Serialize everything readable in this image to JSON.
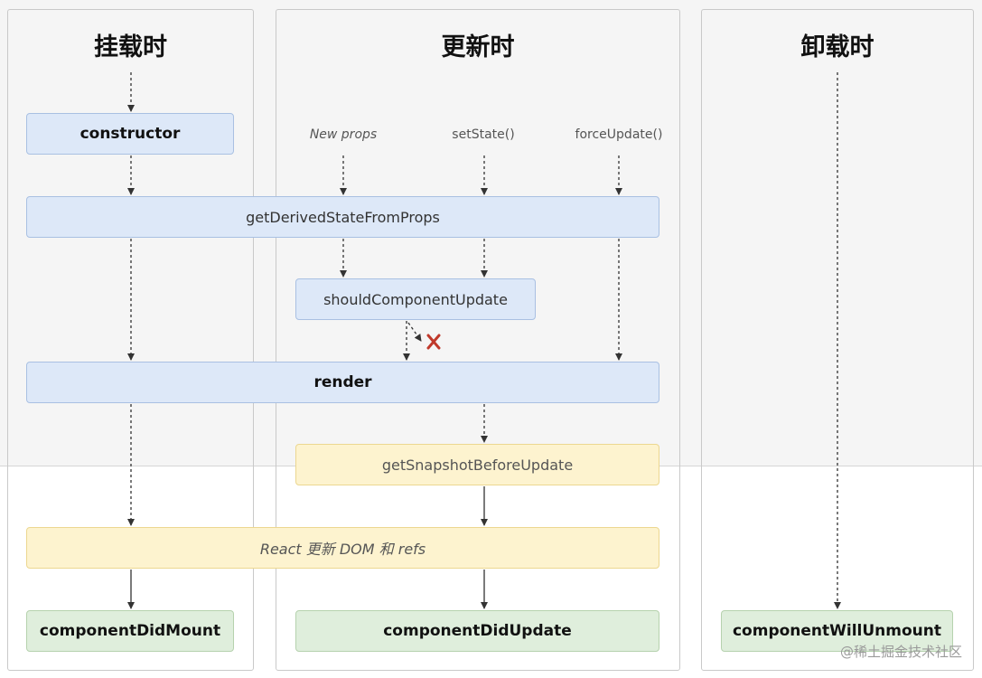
{
  "columns": {
    "mount": {
      "title": "挂载时"
    },
    "update": {
      "title": "更新时"
    },
    "unmount": {
      "title": "卸载时"
    }
  },
  "triggers": {
    "new_props": "New props",
    "set_state": "setState()",
    "force_update": "forceUpdate()"
  },
  "methods": {
    "constructor": "constructor",
    "get_derived_state": "getDerivedStateFromProps",
    "should_update": "shouldComponentUpdate",
    "render": "render",
    "get_snapshot": "getSnapshotBeforeUpdate",
    "react_update_dom": "React 更新 DOM 和 refs",
    "did_mount": "componentDidMount",
    "did_update": "componentDidUpdate",
    "will_unmount": "componentWillUnmount"
  },
  "watermark": "@稀土掘金技术社区",
  "colors": {
    "blue": "#dde8f8",
    "yellow": "#fdf3cf",
    "green": "#dfeedc",
    "cancel_x": "#c0392b"
  }
}
